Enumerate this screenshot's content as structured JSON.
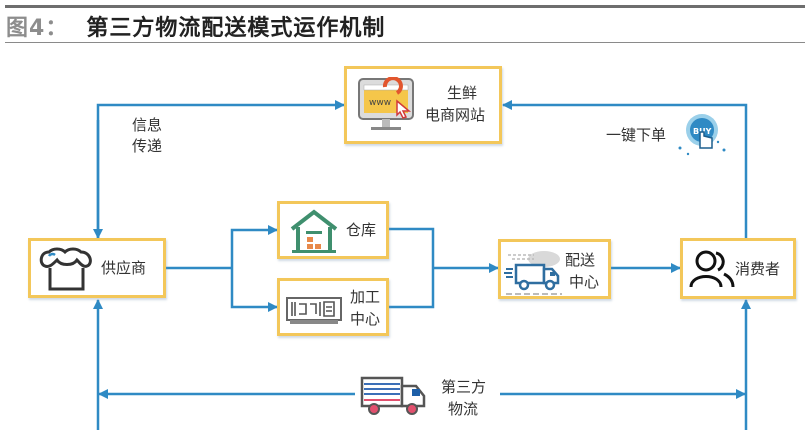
{
  "figure": {
    "number_label": "图4",
    "separator": "：",
    "title": "第三方物流配送模式运作机制"
  },
  "nodes": {
    "ecommerce": {
      "line1": "生鲜",
      "line2": "电商网站",
      "icon": "computer-www-icon"
    },
    "supplier": {
      "label": "供应商",
      "icon": "store-awning-icon"
    },
    "warehouse": {
      "label": "仓库",
      "icon": "warehouse-icon"
    },
    "processing": {
      "line1": "加工",
      "line2": "中心",
      "icon": "machine-icon"
    },
    "distribution": {
      "line1": "配送",
      "line2": "中心",
      "icon": "delivery-truck-icon"
    },
    "consumer": {
      "label": "消费者",
      "icon": "users-icon"
    }
  },
  "annotations": {
    "info_transfer": {
      "line1": "信息",
      "line2": "传递"
    },
    "one_click_order": {
      "label": "一键下单",
      "icon_text": "BUY"
    },
    "third_party_logistics": {
      "line1": "第三方",
      "line2": "物流"
    }
  },
  "colors": {
    "arrow": "#2f8ac4",
    "box_border": "#f3c75a",
    "title_gray": "#8d8d8d",
    "warehouse_green": "#3f8f6e",
    "box_orange": "#e8894a"
  }
}
